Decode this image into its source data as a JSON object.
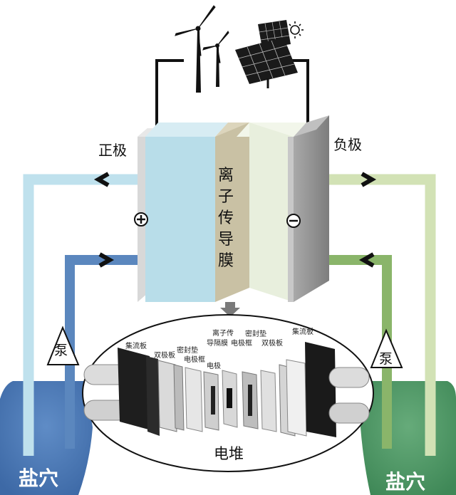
{
  "labels": {
    "positive_electrode": "正极",
    "negative_electrode": "负极",
    "membrane": [
      "离",
      "子",
      "传",
      "导",
      "膜"
    ],
    "stack": "电堆",
    "salt_cavern_left": "盐穴",
    "salt_cavern_right": "盐穴",
    "pump_left": "泵",
    "pump_right": "泵",
    "plus_symbol": "⊕",
    "minus_symbol": "−"
  },
  "stack_parts": {
    "current_collector_left": "集流板",
    "bipolar_plate_left": "双极板",
    "gasket_left": "密封垫",
    "electrode_frame_left": "电极框",
    "electrode": "电极",
    "membrane_line1": "离子传",
    "membrane_line2": "导隔膜",
    "electrode_frame_right": "电极框",
    "gasket_right": "密封垫",
    "bipolar_plate_right": "双极板",
    "current_collector_right": "集流板"
  },
  "colors": {
    "positive_electrolyte": "#b8dde9",
    "negative_electrolyte": "#e8efdd",
    "membrane": "#c9c1a4",
    "pipe_light_blue": "#bfe1ed",
    "pipe_dark_blue": "#5b87be",
    "pipe_light_green": "#d2e2b5",
    "pipe_dark_green": "#8ab56a",
    "cavern_blue": "#4a77b4",
    "cavern_green": "#4f9a67"
  }
}
